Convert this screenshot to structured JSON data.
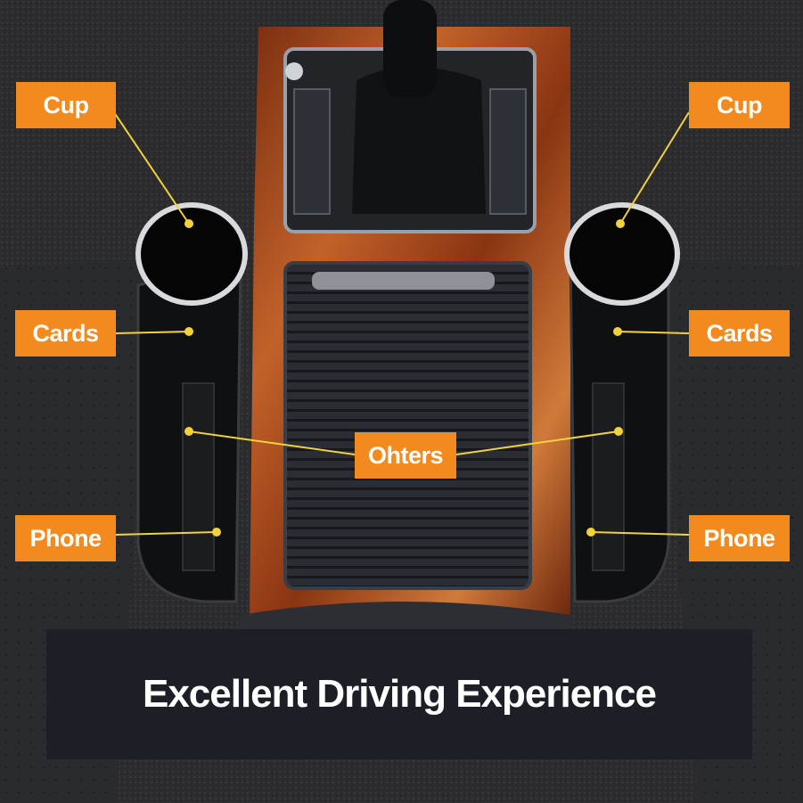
{
  "labels": {
    "cup_left": "Cup",
    "cup_right": "Cup",
    "cards_left": "Cards",
    "cards_right": "Cards",
    "others": "Ohters",
    "phone_left": "Phone",
    "phone_right": "Phone"
  },
  "banner": {
    "text": "Excellent Driving Experience"
  },
  "colors": {
    "label_orange": "#f28a1e",
    "callout_yellow": "#f2d23a",
    "banner_dark": "#1c1f26",
    "wood": "#a0441a"
  }
}
